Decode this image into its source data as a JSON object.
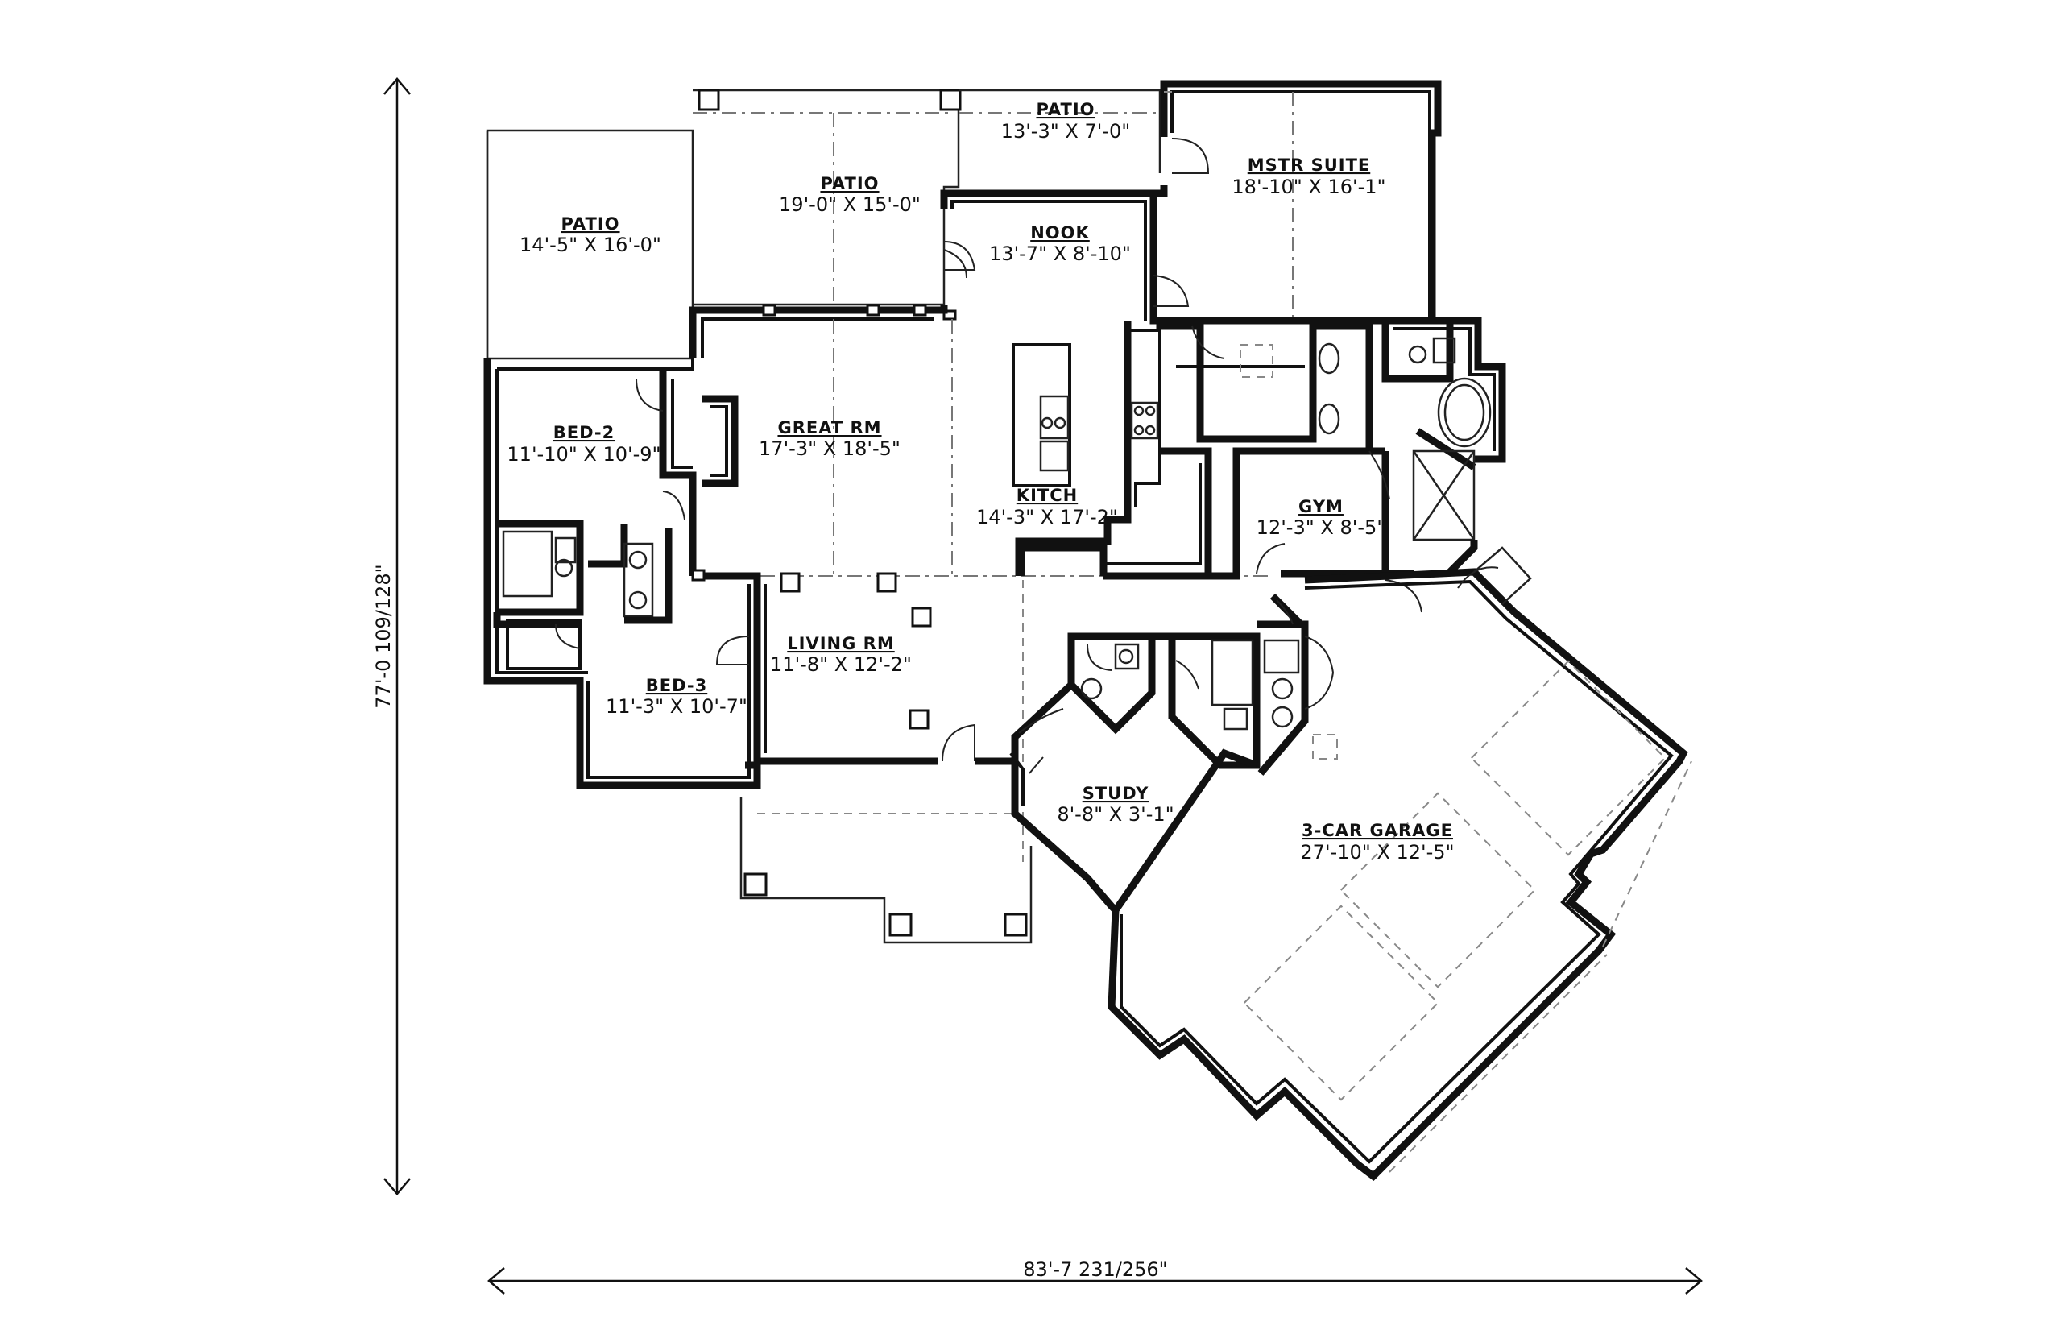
{
  "rooms": {
    "patio_left": {
      "name": "PATIO",
      "size": "14'-5\" X 16'-0\""
    },
    "patio_center": {
      "name": "PATIO",
      "size": "19'-0\" X 15'-0\""
    },
    "patio_top": {
      "name": "PATIO",
      "size": "13'-3\" X 7'-0\""
    },
    "mstr_suite": {
      "name": "MSTR SUITE",
      "size": "18'-10\" X 16'-1\""
    },
    "nook": {
      "name": "NOOK",
      "size": "13'-7\" X 8'-10\""
    },
    "bed_2": {
      "name": "BED-2",
      "size": "11'-10\" X 10'-9\""
    },
    "great_rm": {
      "name": "GREAT RM",
      "size": "17'-3\" X 18'-5\""
    },
    "kitch": {
      "name": "KITCH",
      "size": "14'-3\" X 17'-2\""
    },
    "gym": {
      "name": "GYM",
      "size": "12'-3\" X 8'-5\""
    },
    "living_rm": {
      "name": "LIVING RM",
      "size": "11'-8\" X 12'-2\""
    },
    "bed_3": {
      "name": "BED-3",
      "size": "11'-3\" X 10'-7\""
    },
    "study": {
      "name": "STUDY",
      "size": "8'-8\" X 3'-1\""
    },
    "garage": {
      "name": "3-CAR GARAGE",
      "size": "27'-10\" X 12'-5\""
    }
  },
  "dimensions": {
    "overall_width": "83'-7 231/256\"",
    "overall_depth": "77'-0 109/128\""
  },
  "colors": {
    "ink": "#111111",
    "background": "#ffffff"
  }
}
